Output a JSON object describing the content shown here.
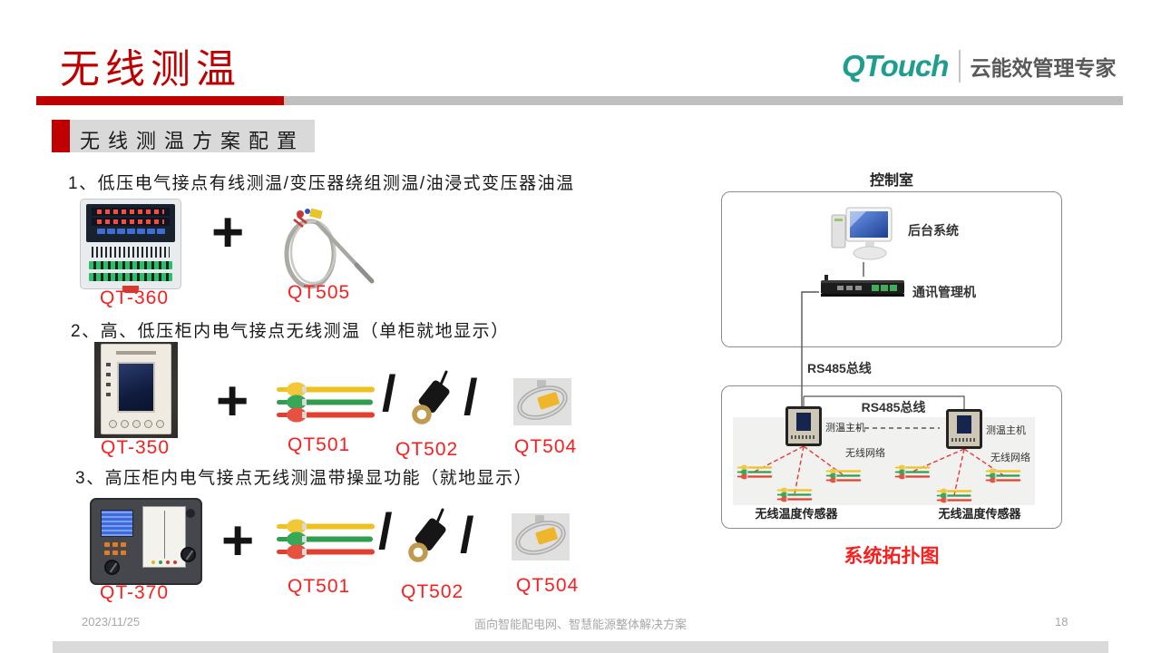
{
  "colors": {
    "title_red": "#C00000",
    "product_label_red": "#FA1F1F",
    "logo_teal": "#1F9E8E",
    "divider_gray": "#BFBFBF",
    "section_bg_gray": "#D9D9D9",
    "footer_gray": "#A8A8A8",
    "sensor_yellow": "#EFC11F",
    "sensor_green": "#2F9E4F",
    "sensor_red": "#E2402F"
  },
  "header": {
    "title": "无线测温",
    "logo": {
      "brand": "QTouch",
      "tagline": "云能效管理专家"
    }
  },
  "section_title": "无线测温方案配置",
  "symbols": {
    "plus": "+",
    "slash": "/"
  },
  "rows": [
    {
      "heading": "1、低压电气接点有线测温/变压器绕组测温/油浸式变压器油温",
      "device": "QT-360",
      "sensors": [
        "QT505"
      ]
    },
    {
      "heading": "2、高、低压柜内电气接点无线测温（单柜就地显示）",
      "device": "QT-350",
      "sensors": [
        "QT501",
        "QT502",
        "QT504"
      ]
    },
    {
      "heading": "3、高压柜内电气接点无线测温带操显功能（就地显示）",
      "device": "QT-370",
      "sensors": [
        "QT501",
        "QT502",
        "QT504"
      ]
    }
  ],
  "topology": {
    "room": "控制室",
    "backend": "后台系统",
    "gateway": "通讯管理机",
    "bus_outer": "RS485总线",
    "bus_inner": "RS485总线",
    "host": "测温主机",
    "wireless": "无线网络",
    "sensor_group": "无线温度传感器",
    "caption": "系统拓扑图"
  },
  "footer": {
    "date": "2023/11/25",
    "center": "面向智能配电网、智慧能源整体解决方案",
    "page": "18"
  }
}
